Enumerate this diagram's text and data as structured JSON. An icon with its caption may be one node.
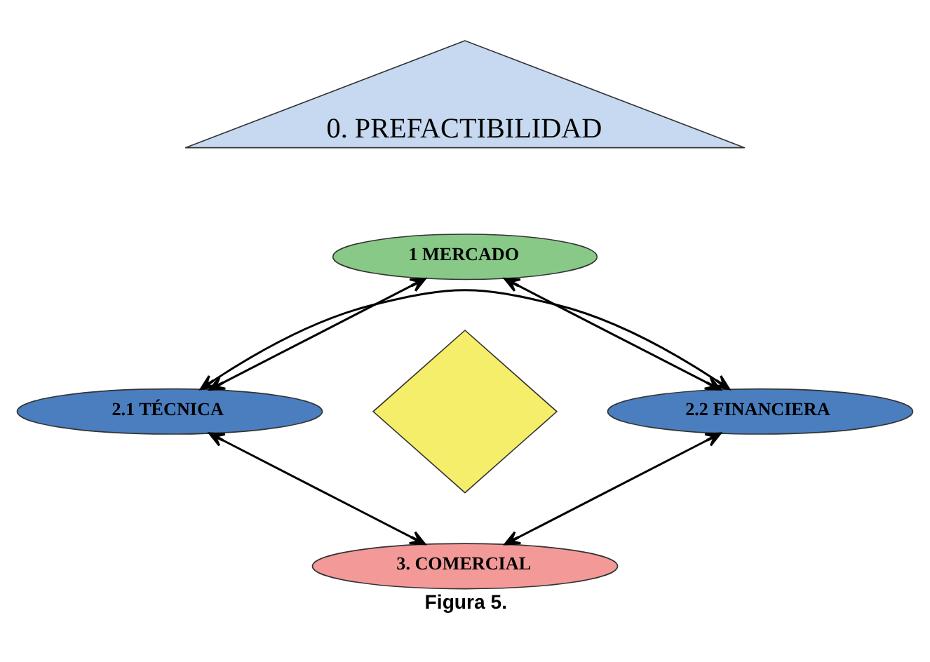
{
  "diagram": {
    "caption": "Figura 5.",
    "nodes": [
      {
        "text": [
          "0. PREFACTIBILIDAD"
        ]
      },
      {
        "text": [
          "1 MERCADO"
        ]
      },
      {
        "text": [
          "2.1 TÉCNICA"
        ]
      },
      {
        "text": [],
        "shape": "diamond"
      },
      {
        "text": [
          "2.2 FINANCIERA"
        ]
      },
      {
        "text": [
          "3. COMERCIAL"
        ]
      }
    ],
    "edges": [
      {
        "from": 1,
        "to": 2,
        "arrow": "both"
      },
      {
        "from": 1,
        "to": 4,
        "arrow": "both"
      },
      {
        "from": 2,
        "to": 4,
        "arrow": "both"
      },
      {
        "from": 2,
        "to": 5,
        "arrow": "both"
      },
      {
        "from": 4,
        "to": 5,
        "arrow": "both"
      }
    ]
  }
}
